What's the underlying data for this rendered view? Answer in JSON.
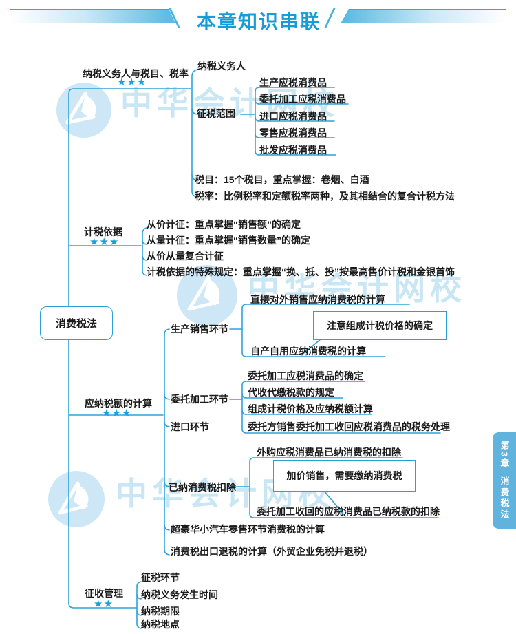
{
  "title": "本章知识串联",
  "root": {
    "label": "消费税法"
  },
  "watermark": {
    "text": "中华会计网校",
    "logo": "abacus-hand-logo"
  },
  "side_tab": {
    "chapter": "第3章",
    "name": "消费税法"
  },
  "colors": {
    "line": "#2ea3d9",
    "star": "#18a0de",
    "title": "#189cd8",
    "tab": "#5fb3dd"
  },
  "branches": [
    {
      "label": "纳税义务人与税目、税率",
      "stars": "★★★",
      "children": [
        {
          "label": "纳税义务人"
        },
        {
          "label": "征税范围",
          "children": [
            {
              "label": "生产应税消费品"
            },
            {
              "label": "委托加工应税消费品"
            },
            {
              "label": "进口应税消费品"
            },
            {
              "label": "零售应税消费品"
            },
            {
              "label": "批发应税消费品"
            }
          ]
        },
        {
          "label": "税目：15个税目，重点掌握：卷烟、白酒"
        },
        {
          "label": "税率：比例税率和定额税率两种，及其相结合的复合计税方法"
        }
      ]
    },
    {
      "label": "计税依据",
      "stars": "★★★",
      "children": [
        {
          "label": "从价计征：重点掌握“销售额”的确定"
        },
        {
          "label": "从量计征：重点掌握“销售数量”的确定"
        },
        {
          "label": "从价从量复合计征"
        },
        {
          "label": "计税依据的特殊规定：重点掌握“换、抵、投”按最高售价计税和金银首饰"
        }
      ]
    },
    {
      "label": "应纳税额的计算",
      "stars": "★★★",
      "children": [
        {
          "label": "生产销售环节",
          "children": [
            {
              "label": "直接对外销售应纳消费税的计算"
            },
            {
              "label": "自产自用应纳消费税的计算",
              "note": "注意组成计税价格的确定"
            }
          ]
        },
        {
          "label": "委托加工环节",
          "children": [
            {
              "label": "委托加工应税消费品的确定"
            },
            {
              "label": "代收代缴税款的规定"
            },
            {
              "label": "组成计税价格及应纳税额计算"
            },
            {
              "label": "委托方销售委托加工收回应税消费品的税务处理"
            }
          ]
        },
        {
          "label": "进口环节"
        },
        {
          "label": "已纳消费税扣除",
          "children": [
            {
              "label": "外购应税消费品已纳消费税的扣除"
            },
            {
              "label": "委托加工收回的应税消费品已纳税款的扣除",
              "note": "加价销售，需要缴纳消费税"
            }
          ]
        },
        {
          "label": "超豪华小汽车零售环节消费税的计算"
        },
        {
          "label": "消费税出口退税的计算（外贸企业免税并退税）"
        }
      ]
    },
    {
      "label": "征收管理",
      "stars": "★★",
      "children": [
        {
          "label": "征税环节"
        },
        {
          "label": "纳税义务发生时间"
        },
        {
          "label": "纳税期限"
        },
        {
          "label": "纳税地点"
        }
      ]
    }
  ]
}
